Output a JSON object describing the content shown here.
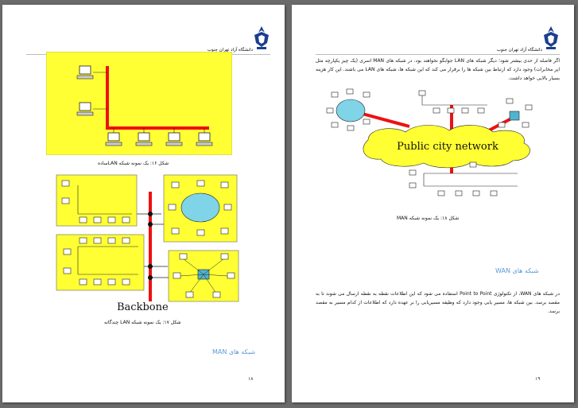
{
  "header": {
    "university": "دانشگاه آزاد تهران جنوب"
  },
  "left_page": {
    "fig16_caption": "شکل ۱۶: یک نمونه شبکه LANساده",
    "backbone_label": "Backbone",
    "fig17_caption": "شکل ۱۷: یک نمونه شبکه LAN چندگانه",
    "section_title": "شبکه های MAN",
    "page_number": "۱۸"
  },
  "right_page": {
    "intro_text": "اگر فاصله از حدی بیشتر شود؛ دیگر شبکه های LAN جوابگو نخواهند بود. در شبکه های MAN اسری (یک چیز یکپارچه مثل اپر مخابرات) وجود دارد که ارتباط بین شبکه ها را برقرار می کند که این شبکه ها، شبکه های LAN می باشند. این کار هزینه بسیار بالایی خواهد داشت.",
    "cloud_label": "Public city network",
    "fig18_caption": "شکل ۱۸: یک نمونه شبکه MAN",
    "section_title": "شبکه های WAN",
    "wan_text": "در شبکه های WAN، از تکنولوژی Point to Point استفاده می شود که این اطلاعات نقطه به نقطه ارسال می شوند تا به مقصد برسد. بین شبکه ها، مسیر یابی وجود دارد که وظیفه مسیریابی را بر عهده دارد که اطلاعات از کدام مسیر به مقصد برسد.",
    "page_number": "۱۹"
  },
  "colors": {
    "panel_yellow": "#ffff33",
    "cable_red": "#ee1111",
    "ring_cyan": "#7fd4e8",
    "section_blue": "#5b9bd5",
    "logo_blue": "#1a3f8f"
  }
}
